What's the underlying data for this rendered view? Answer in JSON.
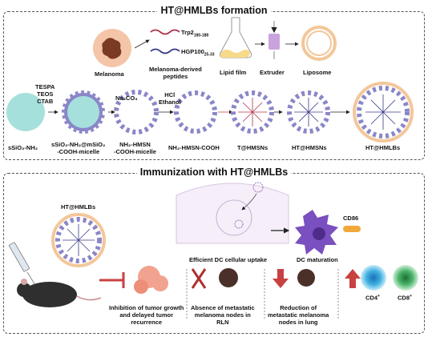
{
  "panels": {
    "top_title": "HT@HMLBs formation",
    "bottom_title": "Immunization with HT@HMLBs"
  },
  "top_row": {
    "melanoma": "Melanoma",
    "trp2": "Trp2",
    "trp2_range": "180-188",
    "hgp100": "HGP100",
    "hgp100_range": "25-33",
    "peptides_line1": "Melanoma-derived",
    "peptides_line2": "peptides",
    "lipid_film": "Lipid film",
    "extruder": "Extruder",
    "liposome": "Liposome"
  },
  "synthesis": {
    "reagents_1": [
      "TESPA",
      "TEOS",
      "CTAB"
    ],
    "reagent_2": "Na₂CO₃",
    "reagent_3": [
      "HCl",
      "Ethanol"
    ],
    "step_1": "sSiO₂-NH₂",
    "step_2_line1": "sSiO₂-NH₂@mSiO₂",
    "step_2_line2": "-COOH-micelle",
    "step_3_line1": "NH₂-HMSN",
    "step_3_line2": "-COOH-micelle",
    "step_4": "NH₂-HMSN-COOH",
    "step_5": "T@HMSNs",
    "step_6": "HT@HMSNs",
    "step_7": "HT@HMLBs"
  },
  "immunization": {
    "ht_label": "HT@HMLBs",
    "uptake": "Efficient DC cellular uptake",
    "maturation": "DC maturation",
    "cd86": "CD86",
    "outcome_1_line1": "Inhibition of tumor growth",
    "outcome_1_line2": "and delayed tumor",
    "outcome_1_line3": "recurrence",
    "outcome_2_line1": "Absence of metastatic",
    "outcome_2_line2": "melanoma nodes in",
    "outcome_2_line3": "RLN",
    "outcome_3_line1": "Reduction of",
    "outcome_3_line2": "metastatic melanoma",
    "outcome_3_line3": "nodes in lung",
    "cd4": "CD4",
    "cd8": "CD8",
    "superscript_plus": "+"
  },
  "colors": {
    "silica": "#a6e0dc",
    "shell": "#8a86c8",
    "lipid": "#f3c79a",
    "dc_cell": "#7a4fc0",
    "red_arrow": "#c94040",
    "tumor": "#f2a38f",
    "cd4": "#3fb0e0",
    "cd8": "#3aa05a"
  }
}
